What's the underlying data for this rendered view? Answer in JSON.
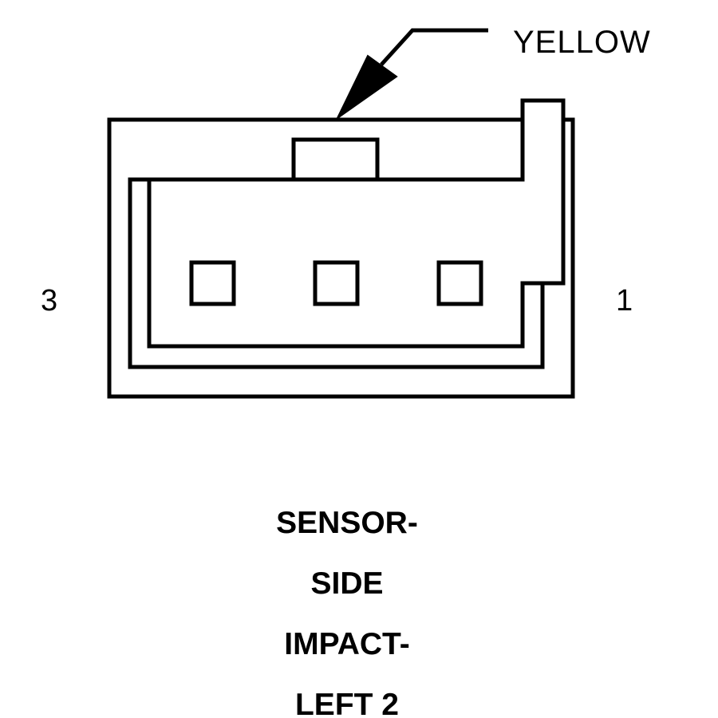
{
  "diagram": {
    "wire_color_label": "YELLOW",
    "pin_left_label": "3",
    "pin_right_label": "1",
    "caption": {
      "line1": "SENSOR-",
      "line2": "SIDE",
      "line3": "IMPACT-",
      "line4": "LEFT 2"
    },
    "pins": [
      "pin-3",
      "pin-2",
      "pin-1"
    ]
  }
}
